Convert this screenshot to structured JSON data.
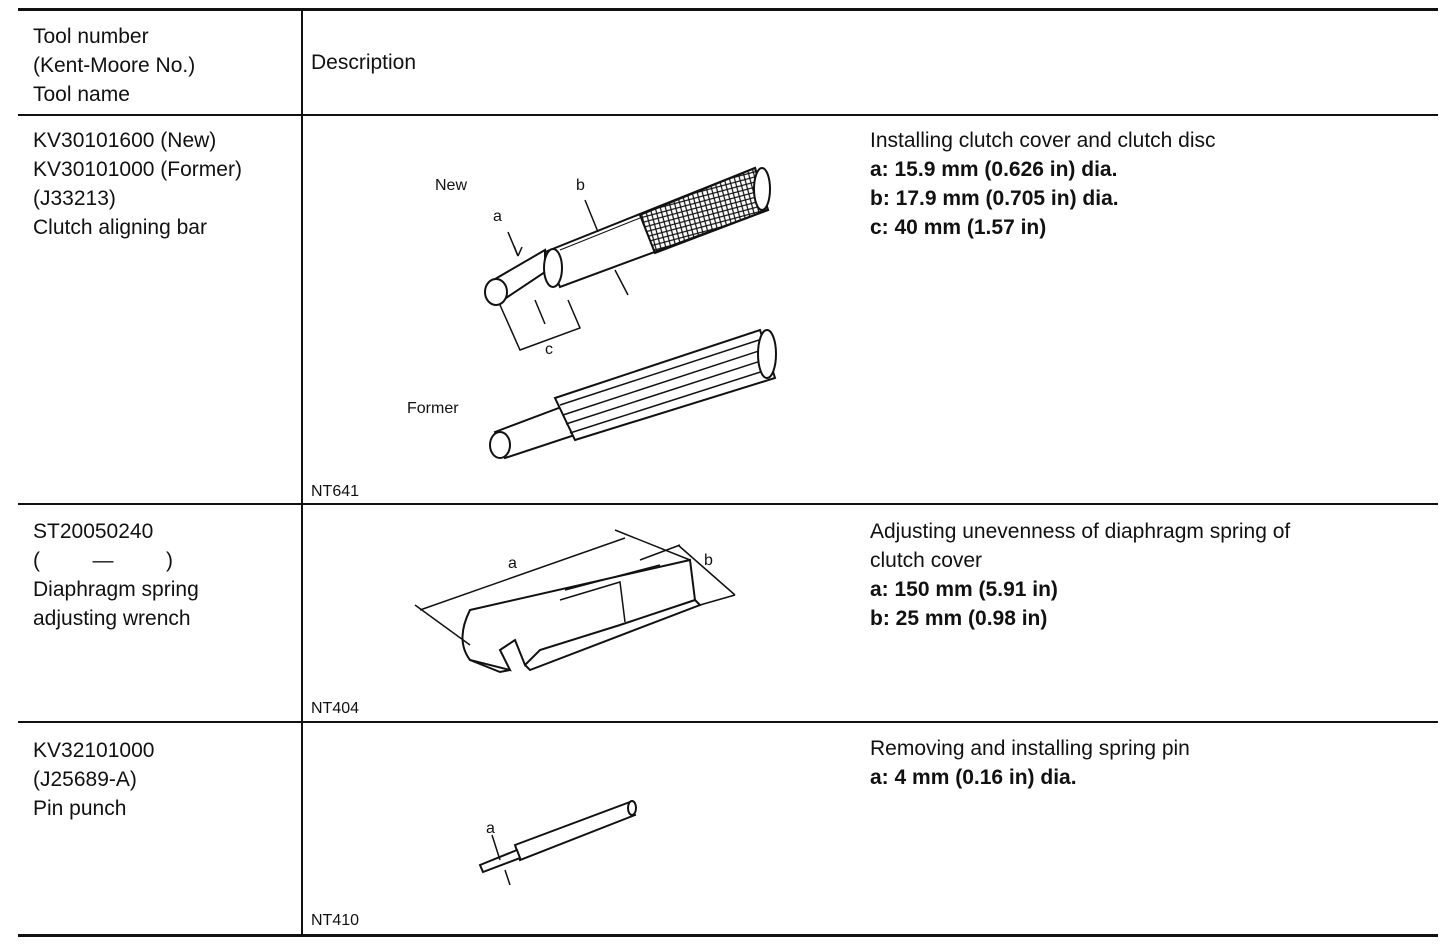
{
  "header": {
    "col1": [
      "Tool number",
      "(Kent-Moore No.)",
      "Tool name"
    ],
    "col2": "Description"
  },
  "rows": [
    {
      "tool": [
        "KV30101600 (New)",
        "KV30101000 (Former)",
        "(J33213)",
        "Clutch aligning bar"
      ],
      "figure_labels": {
        "new": "New",
        "former": "Former",
        "a": "a",
        "b": "b",
        "c": "c"
      },
      "code": "NT641",
      "desc_title": "Installing clutch cover and clutch disc",
      "specs": [
        "a: 15.9 mm (0.626 in) dia.",
        "b: 17.9 mm (0.705 in) dia.",
        "c: 40 mm (1.57 in)"
      ]
    },
    {
      "tool": [
        "ST20050240",
        "(         —         )",
        "Diaphragm spring",
        "adjusting wrench"
      ],
      "figure_labels": {
        "a": "a",
        "b": "b"
      },
      "code": "NT404",
      "desc_title": [
        "Adjusting unevenness of diaphragm spring of",
        "clutch cover"
      ],
      "specs": [
        "a: 150 mm (5.91 in)",
        "b: 25 mm (0.98 in)"
      ]
    },
    {
      "tool": [
        "KV32101000",
        "(J25689-A)",
        "Pin punch"
      ],
      "figure_labels": {
        "a": "a"
      },
      "code": "NT410",
      "desc_title": "Removing and installing spring pin",
      "specs": [
        "a: 4 mm (0.16 in) dia."
      ]
    }
  ]
}
